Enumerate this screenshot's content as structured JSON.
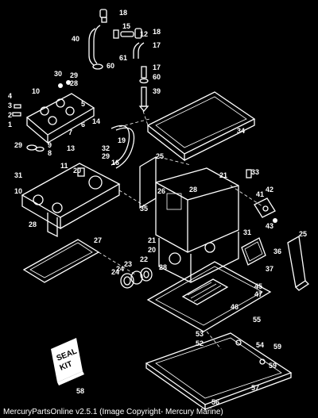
{
  "diagram": {
    "callouts": [
      "18",
      "15",
      "12",
      "18",
      "40",
      "61",
      "17",
      "60",
      "17",
      "60",
      "39",
      "30",
      "29",
      "28",
      "4",
      "10",
      "3",
      "2",
      "1",
      "5",
      "6",
      "7",
      "29",
      "9",
      "8",
      "14",
      "13",
      "16",
      "34",
      "19",
      "32",
      "29",
      "25",
      "11",
      "20",
      "27",
      "31",
      "10",
      "24",
      "28",
      "21",
      "28",
      "33",
      "26",
      "35",
      "41",
      "42",
      "43",
      "22",
      "23",
      "24",
      "28",
      "21",
      "20",
      "31",
      "36",
      "37",
      "25",
      "45",
      "47",
      "46",
      "55",
      "53",
      "52",
      "54",
      "59",
      "59",
      "58",
      "56",
      "57"
    ],
    "kit_label_line1": "SEAL",
    "kit_label_line2": "KIT"
  },
  "footer": {
    "text": "MercuryPartsOnline v2.5.1 (Image Copyright- Mercury Marine)"
  }
}
